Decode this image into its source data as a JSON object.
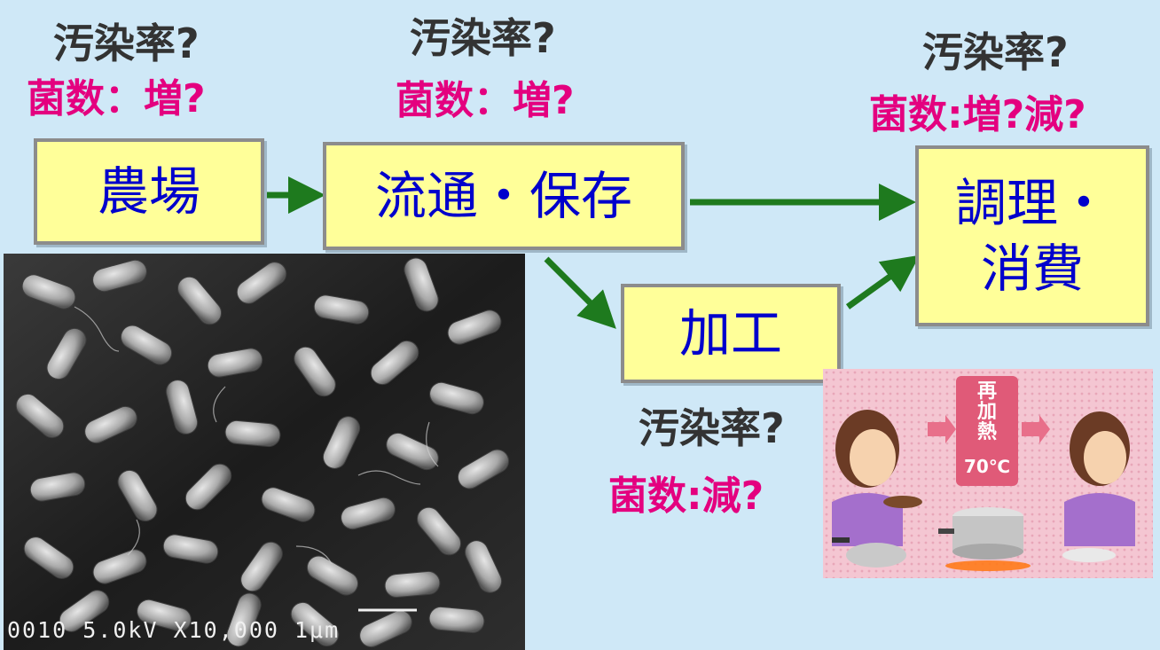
{
  "stages": {
    "farm": {
      "name": "農場",
      "contamination": "汚染率?",
      "bacteria_count": "菌数：増?"
    },
    "distribution": {
      "name": "流通・保存",
      "contamination": "汚染率?",
      "bacteria_count": "菌数：増?"
    },
    "consumption": {
      "name_line1": "調理・",
      "name_line2": "消費",
      "contamination": "汚染率?",
      "bacteria_count": "菌数:増?減?"
    },
    "processing": {
      "name": "加工",
      "contamination": "汚染率?",
      "bacteria_count": "菌数:減?"
    }
  },
  "sem_image": {
    "caption": "0010 5.0kV X10,000 1μm"
  },
  "reheat_illustration": {
    "label": "再加熱",
    "temperature": "70℃"
  },
  "colors": {
    "background": "#cfe8f7",
    "box_fill": "#ffff99",
    "box_text": "#0000cc",
    "contamination_text": "#333333",
    "count_text": "#e4007f",
    "arrow": "#1e7a1e"
  }
}
